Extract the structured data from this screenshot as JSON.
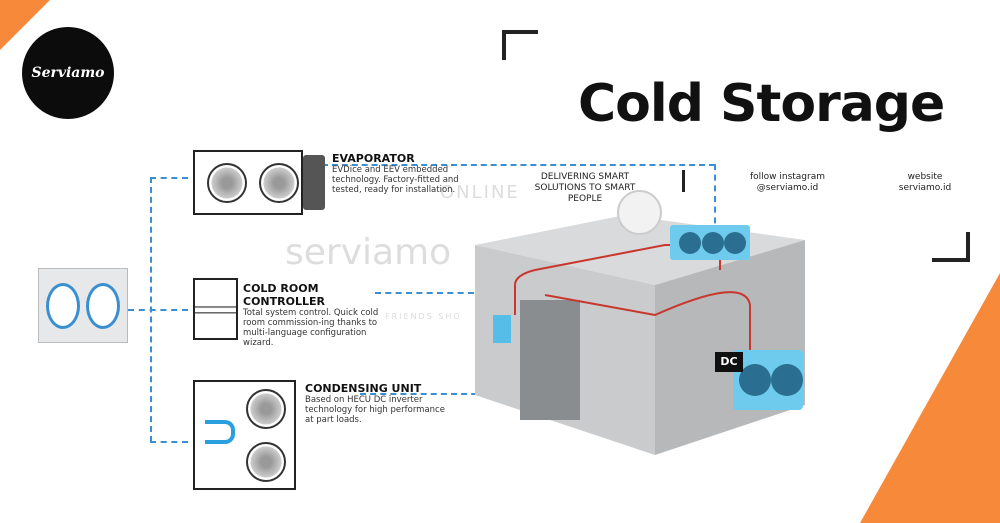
{
  "brand": {
    "logo_text": "Serviamo"
  },
  "headline": "Cold Storage",
  "tagline": "DELIVERING SMART SOLUTIONS TO SMART PEOPLE",
  "instagram": {
    "label": "follow instagram",
    "handle": "@serviamo.id"
  },
  "website": {
    "label": "website",
    "url": "serviamo.id"
  },
  "watermark": {
    "online": "ONLINE",
    "brand": "serviamo",
    "friends": "FRIENDS SHO"
  },
  "components": [
    {
      "title": "EVAPORATOR",
      "desc": "EVDice and EEV embedded technology. Factory-fitted and tested, ready for installation."
    },
    {
      "title": "COLD ROOM CONTROLLER",
      "desc": "Total system control. Quick cold room commission-ing thanks to multi-language configuration wizard."
    },
    {
      "title": "CONDENSING UNIT",
      "desc": "Based on HECU DC inverter technology for high performance at part loads."
    }
  ],
  "badge": {
    "dc": "DC"
  },
  "colors": {
    "orange": "#f7893b",
    "blue": "#3a8fd0",
    "red": "#c8372d"
  }
}
